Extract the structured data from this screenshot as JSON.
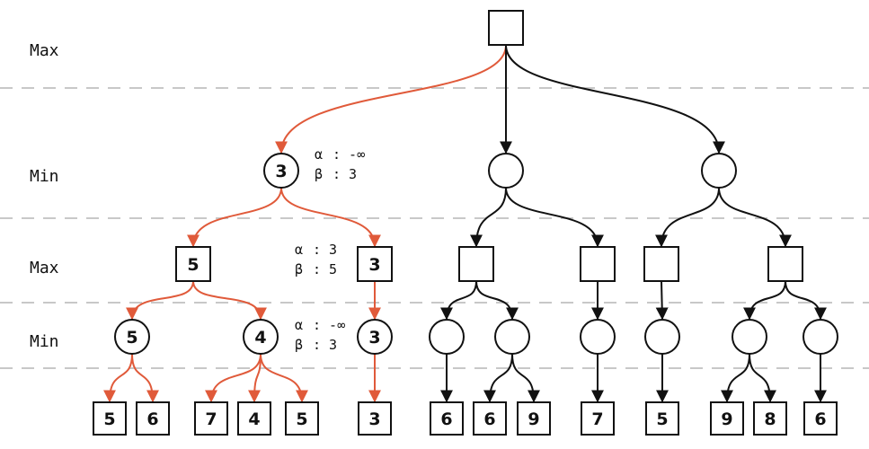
{
  "level_labels": [
    "Max",
    "Min",
    "Max",
    "Min"
  ],
  "colors": {
    "highlight": "#e05a3a",
    "default": "#111111",
    "divider": "#c8c8c8"
  },
  "nodes": [
    {
      "id": "r",
      "shape": "square",
      "label": ""
    },
    {
      "id": "a",
      "shape": "circle",
      "label": "3"
    },
    {
      "id": "b",
      "shape": "circle",
      "label": ""
    },
    {
      "id": "c",
      "shape": "circle",
      "label": ""
    },
    {
      "id": "a1",
      "shape": "square",
      "label": "5"
    },
    {
      "id": "a2",
      "shape": "square",
      "label": "3"
    },
    {
      "id": "b1",
      "shape": "square",
      "label": ""
    },
    {
      "id": "b2",
      "shape": "square",
      "label": ""
    },
    {
      "id": "c1",
      "shape": "square",
      "label": ""
    },
    {
      "id": "c2",
      "shape": "square",
      "label": ""
    },
    {
      "id": "a1a",
      "shape": "circle",
      "label": "5"
    },
    {
      "id": "a1b",
      "shape": "circle",
      "label": "4"
    },
    {
      "id": "a2a",
      "shape": "circle",
      "label": "3"
    },
    {
      "id": "b1a",
      "shape": "circle",
      "label": ""
    },
    {
      "id": "b1b",
      "shape": "circle",
      "label": ""
    },
    {
      "id": "b2a",
      "shape": "circle",
      "label": ""
    },
    {
      "id": "c1a",
      "shape": "circle",
      "label": ""
    },
    {
      "id": "c2a",
      "shape": "circle",
      "label": ""
    },
    {
      "id": "c2b",
      "shape": "circle",
      "label": ""
    },
    {
      "id": "L1",
      "shape": "leaf",
      "label": "5"
    },
    {
      "id": "L2",
      "shape": "leaf",
      "label": "6"
    },
    {
      "id": "L3",
      "shape": "leaf",
      "label": "7"
    },
    {
      "id": "L4",
      "shape": "leaf",
      "label": "4"
    },
    {
      "id": "L5",
      "shape": "leaf",
      "label": "5"
    },
    {
      "id": "L6",
      "shape": "leaf",
      "label": "3"
    },
    {
      "id": "L7",
      "shape": "leaf",
      "label": "6"
    },
    {
      "id": "L8",
      "shape": "leaf",
      "label": "6"
    },
    {
      "id": "L9",
      "shape": "leaf",
      "label": "9"
    },
    {
      "id": "L10",
      "shape": "leaf",
      "label": "7"
    },
    {
      "id": "L11",
      "shape": "leaf",
      "label": "5"
    },
    {
      "id": "L12",
      "shape": "leaf",
      "label": "9"
    },
    {
      "id": "L13",
      "shape": "leaf",
      "label": "8"
    },
    {
      "id": "L14",
      "shape": "leaf",
      "label": "6"
    }
  ],
  "edges": [
    {
      "from": "r",
      "to": "a",
      "highlight": true
    },
    {
      "from": "r",
      "to": "b",
      "highlight": false
    },
    {
      "from": "r",
      "to": "c",
      "highlight": false
    },
    {
      "from": "a",
      "to": "a1",
      "highlight": true
    },
    {
      "from": "a",
      "to": "a2",
      "highlight": true
    },
    {
      "from": "b",
      "to": "b1",
      "highlight": false
    },
    {
      "from": "b",
      "to": "b2",
      "highlight": false
    },
    {
      "from": "c",
      "to": "c1",
      "highlight": false
    },
    {
      "from": "c",
      "to": "c2",
      "highlight": false
    },
    {
      "from": "a1",
      "to": "a1a",
      "highlight": true
    },
    {
      "from": "a1",
      "to": "a1b",
      "highlight": true
    },
    {
      "from": "a2",
      "to": "a2a",
      "highlight": true
    },
    {
      "from": "b1",
      "to": "b1a",
      "highlight": false
    },
    {
      "from": "b1",
      "to": "b1b",
      "highlight": false
    },
    {
      "from": "b2",
      "to": "b2a",
      "highlight": false
    },
    {
      "from": "c1",
      "to": "c1a",
      "highlight": false
    },
    {
      "from": "c2",
      "to": "c2a",
      "highlight": false
    },
    {
      "from": "c2",
      "to": "c2b",
      "highlight": false
    },
    {
      "from": "a1a",
      "to": "L1",
      "highlight": true
    },
    {
      "from": "a1a",
      "to": "L2",
      "highlight": true
    },
    {
      "from": "a1b",
      "to": "L3",
      "highlight": true
    },
    {
      "from": "a1b",
      "to": "L4",
      "highlight": true
    },
    {
      "from": "a1b",
      "to": "L5",
      "highlight": true
    },
    {
      "from": "a2a",
      "to": "L6",
      "highlight": true
    },
    {
      "from": "b1a",
      "to": "L7",
      "highlight": false
    },
    {
      "from": "b1b",
      "to": "L8",
      "highlight": false
    },
    {
      "from": "b1b",
      "to": "L9",
      "highlight": false
    },
    {
      "from": "b2a",
      "to": "L10",
      "highlight": false
    },
    {
      "from": "c1a",
      "to": "L11",
      "highlight": false
    },
    {
      "from": "c2a",
      "to": "L12",
      "highlight": false
    },
    {
      "from": "c2a",
      "to": "L13",
      "highlight": false
    },
    {
      "from": "c2b",
      "to": "L14",
      "highlight": false
    }
  ],
  "annotations": [
    {
      "alpha_symbol": "α",
      "alpha_value": ": -∞",
      "beta_symbol": "β",
      "beta_value": ": 3"
    },
    {
      "alpha_symbol": "α",
      "alpha_value": ": 3",
      "beta_symbol": "β",
      "beta_value": ": 5"
    },
    {
      "alpha_symbol": "α",
      "alpha_value": ": -∞",
      "beta_symbol": "β",
      "beta_value": ": 3"
    }
  ]
}
